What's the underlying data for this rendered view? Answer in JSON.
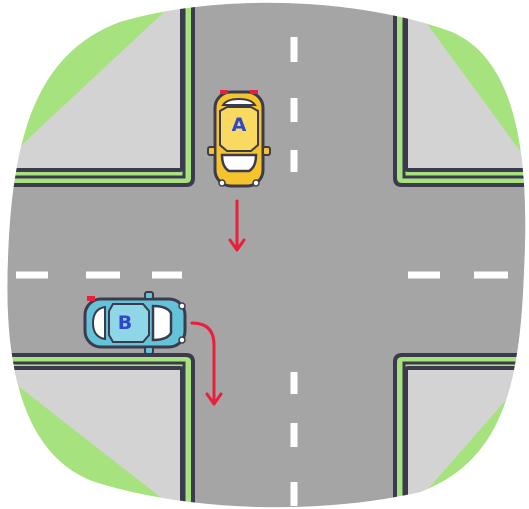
{
  "scene": {
    "colors": {
      "grass": "#a6e27d",
      "road": "#a5a5a5",
      "curb": "#3c3a4d",
      "sidewalk": "#d3d3d3",
      "lane_marking": "#ffffff",
      "arrow": "#e8203b",
      "label_text": "#2f47c9"
    }
  },
  "cars": [
    {
      "id": "A",
      "label": "A",
      "body_color": "#f5c42c",
      "heading": "down",
      "maneuver": "straight"
    },
    {
      "id": "B",
      "label": "B",
      "body_color": "#63c3d9",
      "heading": "right",
      "maneuver": "turn right"
    }
  ]
}
